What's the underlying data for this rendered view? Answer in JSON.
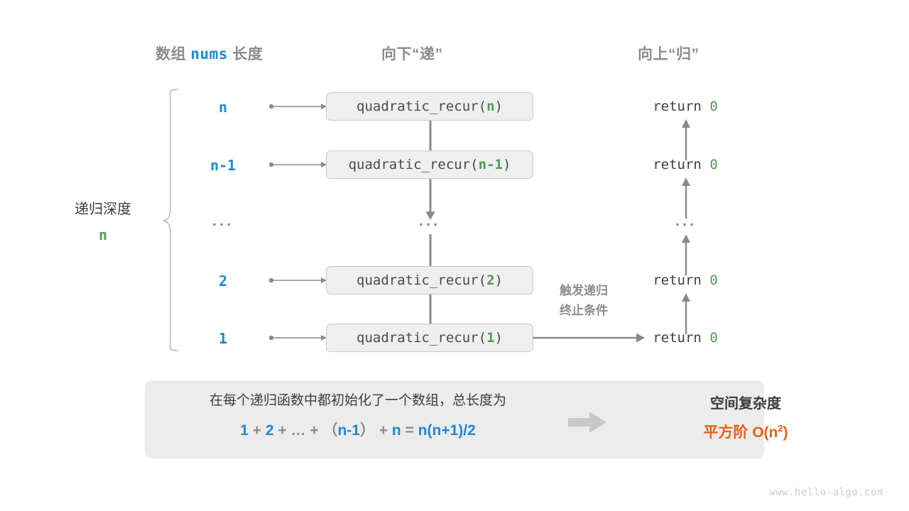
{
  "headers": {
    "left_prefix": "数组",
    "left_mono": "nums",
    "left_suffix": "长度",
    "middle": "向下“递”",
    "right": "向上“归”"
  },
  "depth": {
    "label": "递归深度",
    "value": "n"
  },
  "rows": [
    {
      "length": "n",
      "call_prefix": "quadratic_recur(",
      "call_arg": "n",
      "call_suffix": ")",
      "return_text": "return ",
      "return_value": "0"
    },
    {
      "length": "n-1",
      "call_prefix": "quadratic_recur(",
      "call_arg": "n-1",
      "call_suffix": ")",
      "return_text": "return ",
      "return_value": "0"
    },
    {
      "length": "...",
      "call_prefix": "...",
      "call_arg": "",
      "call_suffix": "",
      "return_text": "...",
      "return_value": ""
    },
    {
      "length": "2",
      "call_prefix": "quadratic_recur(",
      "call_arg": "2",
      "call_suffix": ")",
      "return_text": "return ",
      "return_value": "0"
    },
    {
      "length": "1",
      "call_prefix": "quadratic_recur(",
      "call_arg": "1",
      "call_suffix": ")",
      "return_text": "return ",
      "return_value": "0"
    }
  ],
  "side_note": {
    "line1": "触发递归",
    "line2": "终止条件"
  },
  "summary": {
    "description": "在每个递归函数中都初始化了一个数组，总长度为",
    "formula_parts": [
      {
        "text": "1",
        "accent": true
      },
      {
        "text": "+",
        "accent": false
      },
      {
        "text": "2",
        "accent": true
      },
      {
        "text": "+",
        "accent": false
      },
      {
        "text": "…",
        "accent": false
      },
      {
        "text": "+",
        "accent": false
      },
      {
        "text": "（",
        "accent": false
      },
      {
        "text": "n-1",
        "accent": true
      },
      {
        "text": "）",
        "accent": false
      },
      {
        "text": "+",
        "accent": false
      },
      {
        "text": "n",
        "accent": true
      },
      {
        "text": "=",
        "accent": false
      },
      {
        "text": "n(n+1)/2",
        "accent": true
      }
    ],
    "formula_plain": "1 + 2 + … + （n-1） + n = n(n+1)/2",
    "result_title": "空间复杂度",
    "result_value_prefix": "平方阶  O(n",
    "result_value_exp": "2",
    "result_value_suffix": ")"
  },
  "watermark": "www.hello-algo.com",
  "colors": {
    "accent_blue": "#1e88d5",
    "accent_green": "#4f9a5c",
    "accent_orange": "#ec6013",
    "gray_text": "#8c8c8c",
    "box_fill": "#efefef",
    "box_border": "#c9c9c9",
    "panel_fill": "#ececec",
    "connector": "#8a8a8a"
  }
}
